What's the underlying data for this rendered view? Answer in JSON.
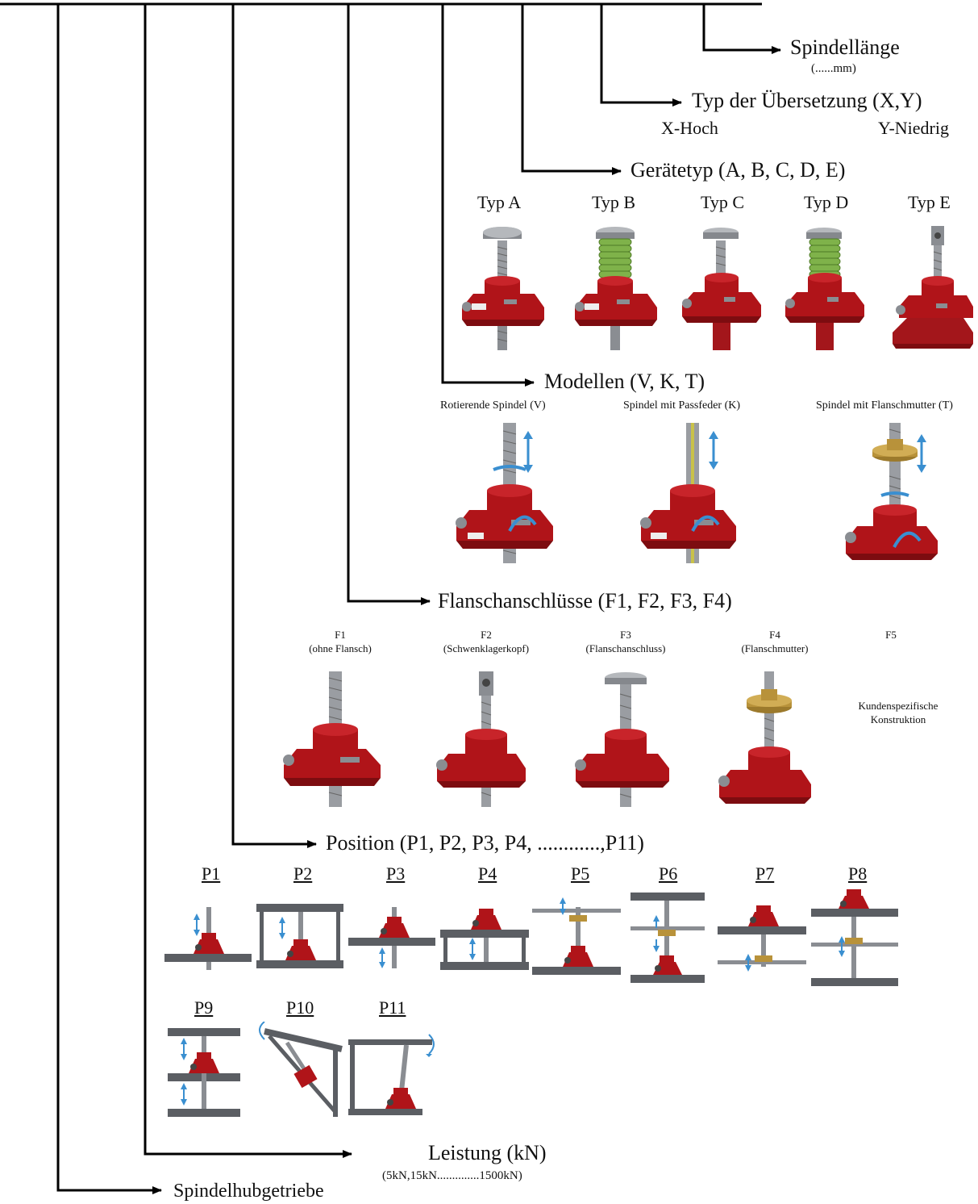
{
  "tree": {
    "spindellaenge": {
      "label": "Spindellänge",
      "sub": "(......mm)"
    },
    "uebersetzung": {
      "label": "Typ der Übersetzung (X,Y)",
      "x": "X-Hoch",
      "y": "Y-Niedrig"
    },
    "geraetetyp": {
      "label": "Gerätetyp (A, B, C, D, E)",
      "types": [
        {
          "label": "Typ A",
          "icon": "jack-flange-plate-icon"
        },
        {
          "label": "Typ B",
          "icon": "jack-bellows-plate-icon"
        },
        {
          "label": "Typ C",
          "icon": "jack-flange-tube-icon"
        },
        {
          "label": "Typ D",
          "icon": "jack-bellows-tube-icon"
        },
        {
          "label": "Typ E",
          "icon": "jack-clevis-pivot-base-icon"
        }
      ]
    },
    "modelle": {
      "label": "Modellen (V, K, T)",
      "items": [
        {
          "label": "Rotierende Spindel (V)",
          "icon": "rotating-spindle-jack-icon"
        },
        {
          "label": "Spindel mit Passfeder (K)",
          "icon": "keyed-spindle-jack-icon"
        },
        {
          "label": "Spindel mit Flanschmutter (T)",
          "icon": "flange-nut-jack-icon"
        }
      ]
    },
    "flansch": {
      "label": "Flanschanschlüsse (F1, F2, F3, F4)",
      "items": [
        {
          "code": "F1",
          "desc": "(ohne Flansch)",
          "icon": "jack-plain-end-icon"
        },
        {
          "code": "F2",
          "desc": "(Schwenklagerkopf)",
          "icon": "jack-clevis-end-icon"
        },
        {
          "code": "F3",
          "desc": "(Flanschanschluss)",
          "icon": "jack-flange-end-icon"
        },
        {
          "code": "F4",
          "desc": "(Flanschmutter)",
          "icon": "jack-flange-nut-icon"
        },
        {
          "code": "F5",
          "desc": "",
          "icon": ""
        }
      ],
      "custom_note": "Kundenspezifische Konstruktion"
    },
    "position": {
      "label": "Position (P1, P2, P3, P4, ............,P11)",
      "items": [
        "P1",
        "P2",
        "P3",
        "P4",
        "P5",
        "P6",
        "P7",
        "P8",
        "P9",
        "P10",
        "P11"
      ]
    },
    "leistung": {
      "label": "Leistung (kN)",
      "sub": "(5kN,15kN..............1500kN)"
    },
    "spindelhubgetriebe": {
      "label": "Spindelhubgetriebe"
    }
  },
  "colors": {
    "housing": "#b01419",
    "housing_dark": "#7d0c10",
    "steel": "#8a8d92",
    "bronze": "#b8923a",
    "bellows": "#7fb24a",
    "arrow": "#3a8fd0",
    "beam": "#5b5e63"
  }
}
